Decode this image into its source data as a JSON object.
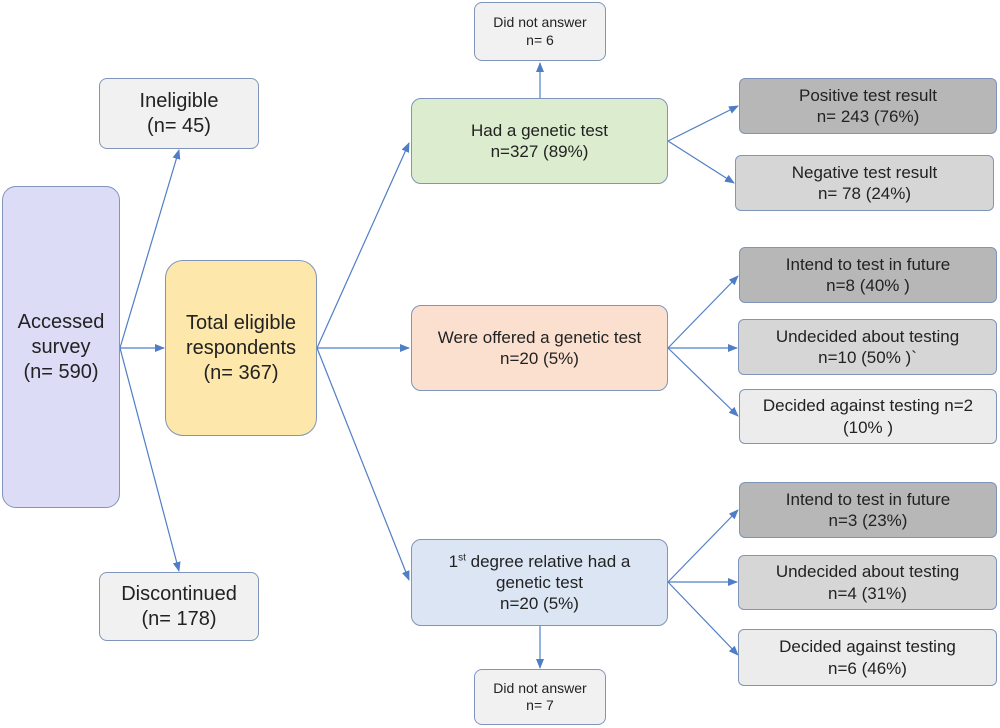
{
  "accessed": {
    "line1": "Accessed",
    "line2": "survey",
    "line3": "(n= 590)"
  },
  "ineligible": {
    "line1": "Ineligible",
    "line2": "(n= 45)"
  },
  "discontinued": {
    "line1": "Discontinued",
    "line2": "(n= 178)"
  },
  "total": {
    "line1": "Total eligible",
    "line2": "respondents",
    "line3": "(n= 367)"
  },
  "had_test": {
    "line1": "Had a genetic test",
    "line2": "n=327 (89%)"
  },
  "did_not_answer_top": {
    "line1": "Did not answer",
    "line2": "n= 6"
  },
  "offered": {
    "line1": "Were offered a genetic test",
    "line2": "n=20 (5%)"
  },
  "relative": {
    "prefix": "1",
    "sup": "st",
    "line1_rest": " degree relative had a",
    "line2": "genetic test",
    "line3": "n=20 (5%)"
  },
  "did_not_answer_bottom": {
    "line1": "Did not answer",
    "line2": "n= 7"
  },
  "positive": {
    "line1": "Positive test result",
    "line2": "n= 243 (76%)"
  },
  "negative": {
    "line1": "Negative test result",
    "line2": "n= 78 (24%)"
  },
  "offered_intend": {
    "line1": "Intend to test in future",
    "line2": "n=8 (40% )"
  },
  "offered_undecided": {
    "line1": "Undecided about testing",
    "line2": "n=10 (50% )`"
  },
  "offered_against": {
    "line1": "Decided against testing n=2",
    "line2": "(10% )"
  },
  "relative_intend": {
    "line1": "Intend to test in future",
    "line2": "n=3 (23%)"
  },
  "relative_undecided": {
    "line1": "Undecided about testing",
    "line2": "n=4 (31%)"
  },
  "relative_against": {
    "line1": "Decided against testing",
    "line2": "n=6 (46%)"
  },
  "colors": {
    "connector": "#4f7ec7",
    "box_border": "#7f95ba"
  }
}
